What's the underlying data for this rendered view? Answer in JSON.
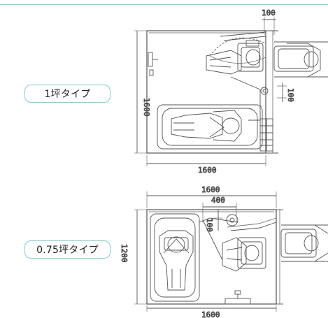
{
  "header": {
    "accent_color": "#7fd3d9"
  },
  "plans": [
    {
      "label": "1坪タイプ",
      "dimensions": {
        "width": "1600",
        "depth": "1600",
        "wall_offset": "100",
        "side_offset": "100"
      }
    },
    {
      "label": "0.75坪タイプ",
      "dimensions": {
        "width": "1600",
        "depth": "1200",
        "top_width": "1600",
        "sub_width": "400",
        "offset": "100"
      }
    }
  ],
  "colors": {
    "line": "#555555",
    "pill_border": "#7fcfd6"
  }
}
